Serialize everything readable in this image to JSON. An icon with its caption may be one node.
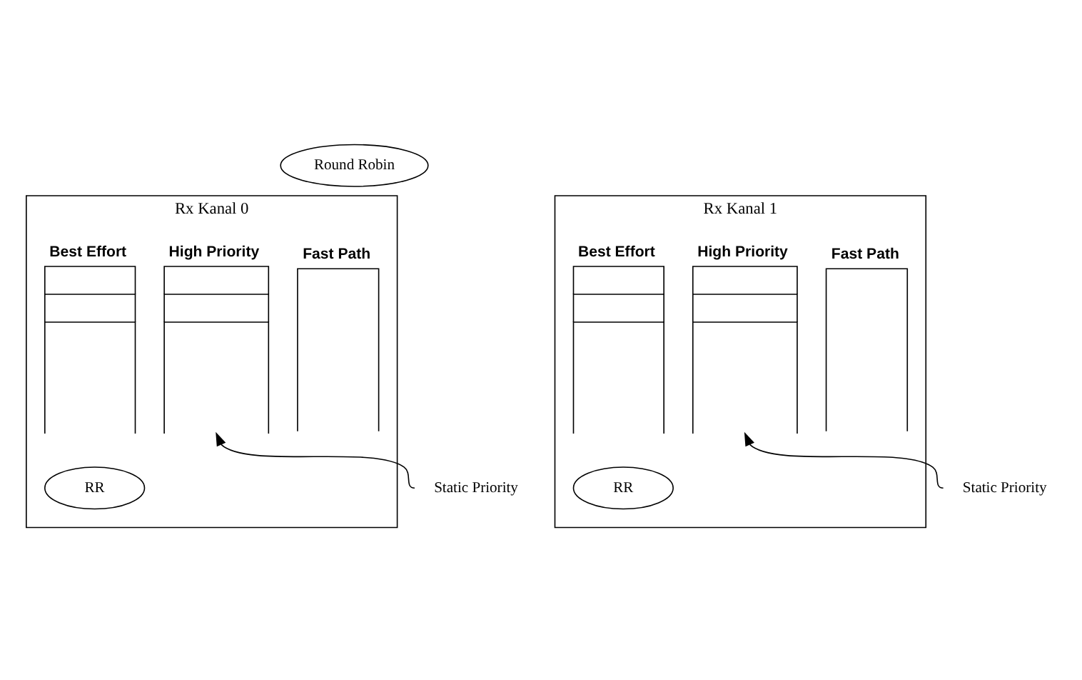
{
  "diagram": {
    "nodes": [
      {
        "text": [
          "Round Robin"
        ]
      },
      {
        "text": [
          "Rx Kanal 0"
        ]
      },
      {
        "text": [
          "High Priority"
        ],
        "in": 1
      },
      {
        "text": [
          "Best Effort"
        ],
        "in": 1
      },
      {
        "text": [
          "Fast Path"
        ],
        "in": 1
      },
      {
        "text": [
          "RR"
        ],
        "in": 1
      },
      {
        "text": [
          "Rx Kanal 1"
        ]
      },
      {
        "text": [
          "High Priority"
        ],
        "in": 6
      },
      {
        "text": [
          "Best Effort"
        ],
        "in": 6
      },
      {
        "text": [
          "Fast Path"
        ],
        "in": 6
      },
      {
        "text": [
          "RR"
        ],
        "in": 6
      },
      {
        "text": [
          "Static Priority"
        ]
      },
      {
        "text": [
          "Static Priority"
        ]
      }
    ],
    "edges": [
      {
        "from": 11,
        "to": 2,
        "arrow": "to"
      },
      {
        "from": 12,
        "to": 7,
        "arrow": "to"
      }
    ]
  }
}
